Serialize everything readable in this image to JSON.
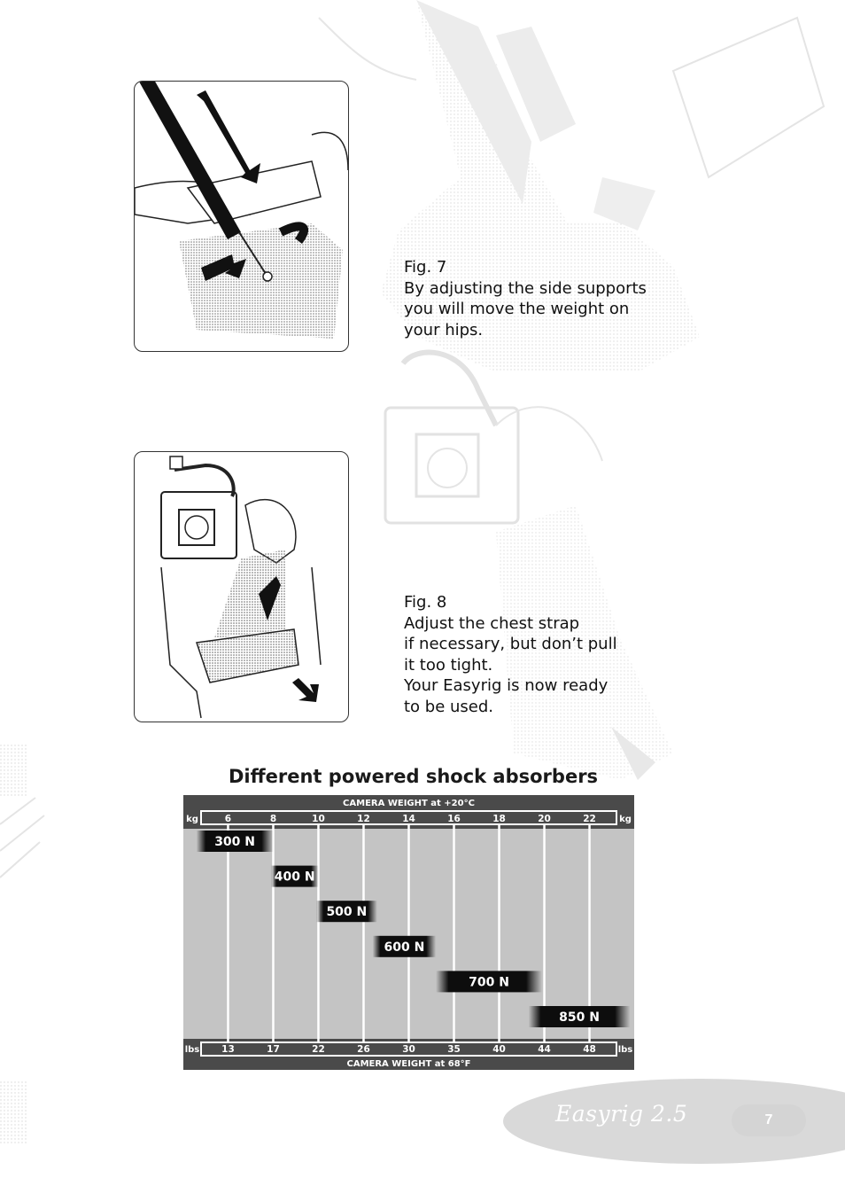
{
  "figure7": {
    "label": "Fig. 7",
    "lines": [
      "By adjusting the side supports",
      "you will move the weight on",
      "your hips."
    ]
  },
  "figure8": {
    "label": "Fig. 8",
    "lines": [
      "Adjust the chest strap",
      "if necessary, but don’t pull",
      "it too tight.",
      "Your Easyrig is now ready",
      "to be used."
    ]
  },
  "section_title": "Different powered shock absorbers",
  "chart_data": {
    "type": "table",
    "top_title": "CAMERA WEIGHT at +20°C",
    "bottom_title": "CAMERA WEIGHT at 68°F",
    "top_unit": "kg",
    "bottom_unit": "lbs",
    "kg_ticks": [
      "6",
      "8",
      "10",
      "12",
      "14",
      "16",
      "18",
      "20",
      "22"
    ],
    "lbs_ticks": [
      "13",
      "17",
      "22",
      "26",
      "30",
      "35",
      "40",
      "44",
      "48"
    ],
    "kg_axis": {
      "min": 4.1,
      "max": 23.9
    },
    "absorbers": [
      {
        "label": "300 N",
        "kg_min": 4.6,
        "kg_max": 8.0
      },
      {
        "label": "400 N",
        "kg_min": 7.9,
        "kg_max": 10.0
      },
      {
        "label": "500 N",
        "kg_min": 9.9,
        "kg_max": 12.6
      },
      {
        "label": "600 N",
        "kg_min": 12.4,
        "kg_max": 15.2
      },
      {
        "label": "700 N",
        "kg_min": 15.2,
        "kg_max": 19.9
      },
      {
        "label": "850 N",
        "kg_min": 19.3,
        "kg_max": 23.8
      }
    ],
    "colors": {
      "header": "#4a4a4a",
      "body": "#c4c4c4",
      "bar": "#0d0d0d"
    }
  },
  "footer": {
    "brand": "Easyrig 2.5",
    "page_number": "7"
  }
}
